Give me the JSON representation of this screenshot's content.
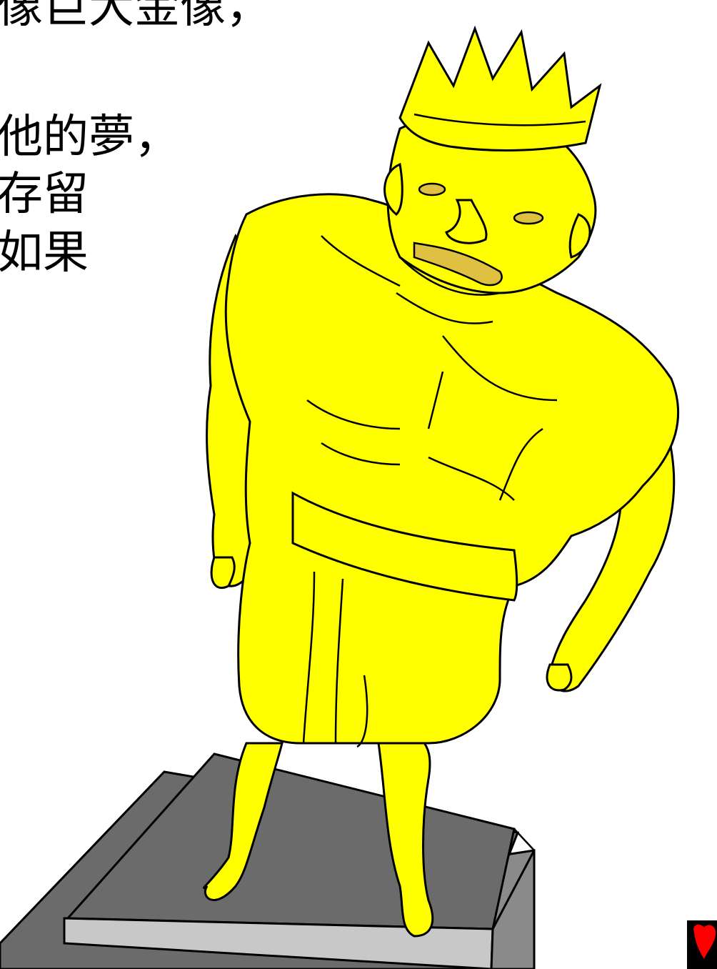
{
  "caption": {
    "lines": [
      "像巨大金像，",
      "他的夢，",
      "存留",
      "如果"
    ]
  },
  "colors": {
    "statue_fill": "#ffff00",
    "statue_detail": "#e0c040",
    "outline": "#000000",
    "pedestal_top": "#6b6b6b",
    "pedestal_edge": "#c8c8c8",
    "pedestal_side": "#8a8a8a",
    "icon_bg": "#000000",
    "icon_shape": "#ff0000",
    "text": "#000000"
  },
  "icons": {
    "corner": "heart-icon"
  }
}
